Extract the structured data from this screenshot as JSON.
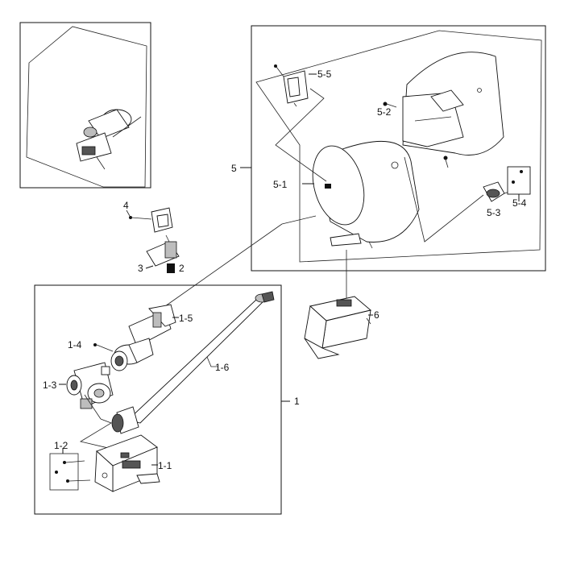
{
  "diagram": {
    "labels": {
      "p1": "1",
      "p1_1": "1-1",
      "p1_2": "1-2",
      "p1_3": "1-3",
      "p1_4": "1-4",
      "p1_5": "1-5",
      "p1_6": "1-6",
      "p2": "2",
      "p3": "3",
      "p4": "4",
      "p5": "5",
      "p5_1": "5-1",
      "p5_2": "5-2",
      "p5_3": "5-3",
      "p5_4": "5-4",
      "p5_5": "5-5",
      "p6": "6"
    }
  }
}
